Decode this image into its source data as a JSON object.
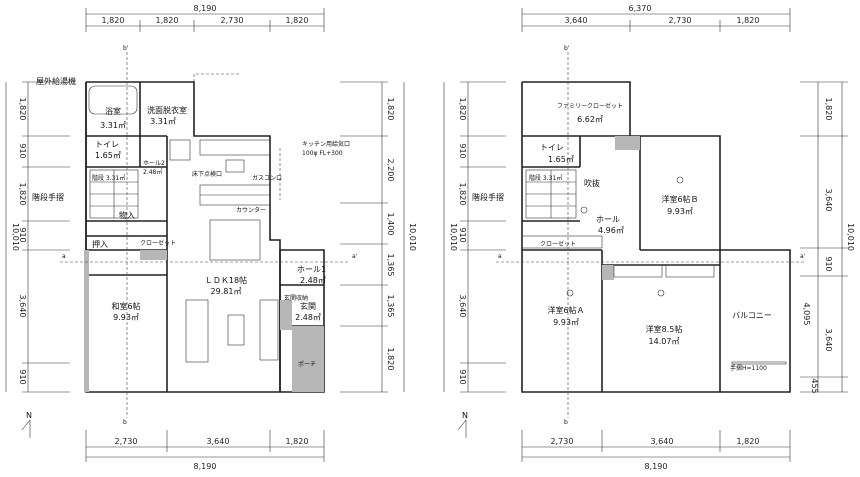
{
  "first_floor": {
    "top_total": "8,190",
    "top_segments": [
      "1,820",
      "1,820",
      "2,730",
      "1,820"
    ],
    "bottom_total": "8,190",
    "bottom_segments": [
      "2,730",
      "3,640",
      "1,820"
    ],
    "left_total": "10,010",
    "left_segments": [
      "1,820",
      "910",
      "1,820",
      "910",
      "3,640",
      "910"
    ],
    "right_segments": [
      "1,820",
      "2,200",
      "1,400",
      "1,365",
      "1,365",
      "1,820"
    ],
    "right_total": "10,010",
    "rooms": {
      "outdoor_unit": "屋外給湯機",
      "bath": "浴室",
      "bath_area": "3.31㎡",
      "washroom": "洗面脱衣室",
      "washroom_area": "3.31㎡",
      "toilet": "トイレ",
      "toilet_area": "1.65㎡",
      "hall2": "ホール2",
      "hall2_area": "2.48㎡",
      "stairs": "階段 3.31㎡",
      "stair_rail": "階段手摺",
      "storage": "物入",
      "closet": "押入",
      "closet2": "クローゼット",
      "washitsu": "和室6帖",
      "washitsu_area": "9.93㎡",
      "floor_hatch": "床下点検口",
      "gas": "ガスコンロ",
      "counter": "カウンター",
      "ldk": "ＬＤＫ18帖",
      "ldk_area": "29.81㎡",
      "hall1": "ホール1",
      "hall1_area": "2.48㎡",
      "entrance": "玄関",
      "entrance_area": "2.48㎡",
      "shoe": "玄関収納",
      "porch": "ポーチ",
      "kitchen_note1": "キッチン用給気口",
      "kitchen_note2": "100φ FL+300"
    }
  },
  "second_floor": {
    "top_total": "6,370",
    "top_segments": [
      "3,640",
      "2,730",
      "1,820"
    ],
    "bottom_total": "8,190",
    "bottom_segments": [
      "2,730",
      "3,640",
      "1,820"
    ],
    "left_total": "10,010",
    "left_segments": [
      "1,820",
      "910",
      "1,820",
      "910",
      "3,640",
      "910"
    ],
    "right_segments": [
      "1,820",
      "3,640",
      "910",
      "4,095",
      "3,640",
      "455"
    ],
    "right_total": "10,010",
    "rooms": {
      "family_closet": "ファミリークローゼット",
      "family_closet_area": "6.62㎡",
      "toilet": "トイレ",
      "toilet_area": "1.65㎡",
      "stairs": "階段 3.31㎡",
      "stair_rail": "階段手摺",
      "atrium": "吹抜",
      "hall": "ホール",
      "hall_area": "4.96㎡",
      "closet_a": "クローゼット",
      "bedroom_b": "洋室6帖Ｂ",
      "bedroom_b_area": "9.93㎡",
      "bedroom_a": "洋室6帖Ａ",
      "bedroom_a_area": "9.93㎡",
      "bedroom_main": "洋室8.5帖",
      "bedroom_main_area": "14.07㎡",
      "balcony": "バルコニー",
      "railing": "手摺H=1100"
    }
  },
  "compass": {
    "north": "N"
  },
  "section_marks": {
    "a": "a",
    "a_prime": "a'",
    "b": "b",
    "b_prime": "b'"
  }
}
